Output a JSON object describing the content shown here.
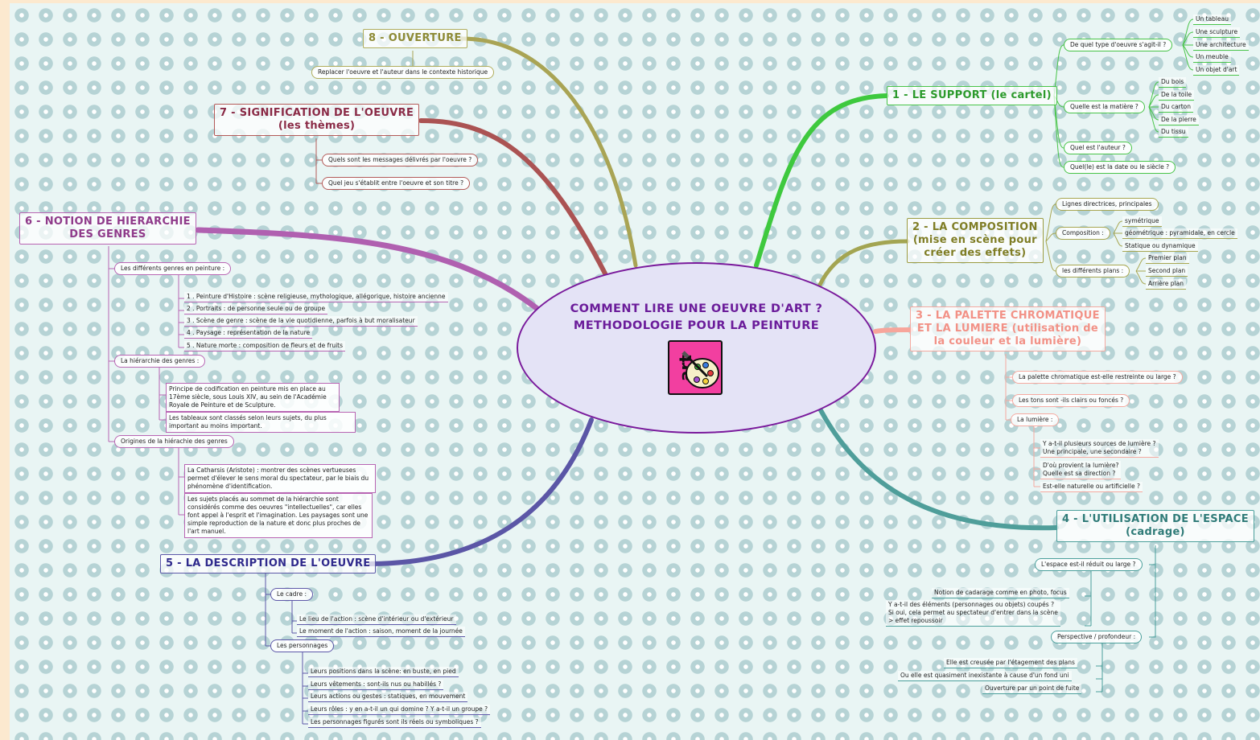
{
  "center": {
    "title_line1": "COMMENT LIRE UNE OEUVRE D'ART ?",
    "title_line2": "METHODOLOGIE POUR LA PEINTURE",
    "icon_text": "art"
  },
  "b1": {
    "title": "1 - LE SUPPORT (le cartel)",
    "q_type": "De quel type d'oeuvre s'agit-il ?",
    "types": [
      "Un tableau",
      "Une sculpture",
      "Une architecture",
      "Un meuble",
      "Un objet d'art"
    ],
    "q_matiere": "Quelle est la matière ?",
    "matieres": [
      "Du bois",
      "De la toile",
      "Du carton",
      "De la pierre",
      "Du tissu"
    ],
    "q_auteur": "Quel est l'auteur ?",
    "q_date": "Quel(le) est la date  ou le siècle ?"
  },
  "b2": {
    "title1": "2 - LA COMPOSITION",
    "title2": "(mise en scène pour",
    "title3": "créer des effets)",
    "lignes": "Lignes directrices, principales",
    "composition": "Composition :",
    "comp_items": [
      "symétrique",
      "géométrique : pyramidale, en cercle",
      "Statique ou dynamique"
    ],
    "plans": "les différents plans :",
    "plan_items": [
      "Premier plan",
      "Second plan",
      "Arrière plan"
    ]
  },
  "b3": {
    "title1": "3 - LA PALETTE CHROMATIQUE",
    "title2": "ET LA LUMIERE (utilisation de",
    "title3": "la couleur et la lumière)",
    "q1": "La palette chromatique est-elle restreinte ou large ?",
    "q2": "Les tons sont -ils clairs ou foncés ?",
    "lumiere": "La lumière :",
    "l1a": "Y a-t-il plusieurs sources de lumière ?",
    "l1b": "Une principale, une secondaire ?",
    "l2a": "D'où provient la lumière?",
    "l2b": "Quelle est sa direction ?",
    "l3": "Est-elle naturelle ou artificielle ?"
  },
  "b4": {
    "title1": "4 - L'UTILISATION DE L'ESPACE",
    "title2": "(cadrage)",
    "q1": "L'espace est-il réduit ou large ?",
    "n1": "Notion de cadarage comme en photo, focus",
    "n2a": "Y a-t-il des éléments (personnages ou objets) coupés ?",
    "n2b": "Si oui, cela permet au spectateur d'entrer dans la scène",
    "n2c": "> effet repoussoir",
    "persp": "Perspective / profondeur :",
    "p1": "Elle est creusée par l'étagement des plans",
    "p2": "Ou elle est quasiment inexistante à cause d'un fond uni",
    "p3": "Ouverture par un point de fuite"
  },
  "b5": {
    "title": "5 - LA DESCRIPTION DE L'OEUVRE",
    "cadre": "Le cadre :",
    "cadre_items": [
      "Le lieu de l'action : scène d'intérieur ou d'extérieur",
      "Le moment de l'action : saison, moment de la journée"
    ],
    "perso": "Les personnages",
    "perso_items": [
      "Leurs positions dans la scène: en buste, en pied",
      "Leurs vêtements : sont-ils nus ou habillés ?",
      "Leurs actions ou gestes : statiques, en mouvement",
      "Leurs rôles : y en a-t-il un qui domine ? Y a-t-il un groupe ?",
      "Les personnages figurés sont ils réels ou symboliques ?"
    ]
  },
  "b6": {
    "title1": "6 - NOTION DE HIERARCHIE",
    "title2": "DES GENRES",
    "genres": "Les différents genres en peinture :",
    "genre_items": [
      "1 . Peinture d'Histoire : scène religieuse, mythologique, allégorique, histoire ancienne",
      "2 . Portraits  : de personne seule ou de groupe",
      "3 . Scène de genre  : scène de la vie quotidienne, parfois à but moralisateur",
      "4 . Paysage : représentation de la nature",
      "5 . Nature morte : composition de fleurs et de fruits"
    ],
    "hier": "La hiérarchie des genres :",
    "hier1": "Principe de codification en peinture mis en place au 17ème siècle, sous Louis XIV, au sein de l'Académie Royale de Peinture et de Sculpture.",
    "hier2": "Les tableaux sont classés selon leurs sujets, du plus important au moins important.",
    "orig": "Origines de la hiérachie des genres",
    "orig1": "La Catharsis (Aristote) : montrer des scènes vertueuses permet d'élever le sens moral du spectateur, par le biais du phénomène d'identification.",
    "orig2": "Les sujets placés au sommet de la hiérarchie sont considérés comme des oeuvres \"intellectuelles\", car elles font appel à l'esprit et l'imagination. Les paysages sont une simple reproduction de la nature et donc plus proches de l'art manuel."
  },
  "b7": {
    "title1": "7 - SIGNIFICATION DE L'OEUVRE",
    "title2": "(les thèmes)",
    "q1": "Quels sont les messages délivrés par l'oeuvre ?",
    "q2": "Quel jeu s'établit entre l'oeuvre et son titre ?"
  },
  "b8": {
    "title": "8 - OUVERTURE",
    "q1": "Replacer l'oeuvre et l'auteur dans le contexte historique"
  },
  "colors": {
    "b1": "#3ec93e",
    "b2": "#a3a552",
    "b3": "#f7a59b",
    "b4": "#4f9e9a",
    "b5": "#5b56a6",
    "b6": "#b060b0",
    "b7": "#ab5353",
    "b8": "#a9a454",
    "center": "#6b1c9a"
  }
}
